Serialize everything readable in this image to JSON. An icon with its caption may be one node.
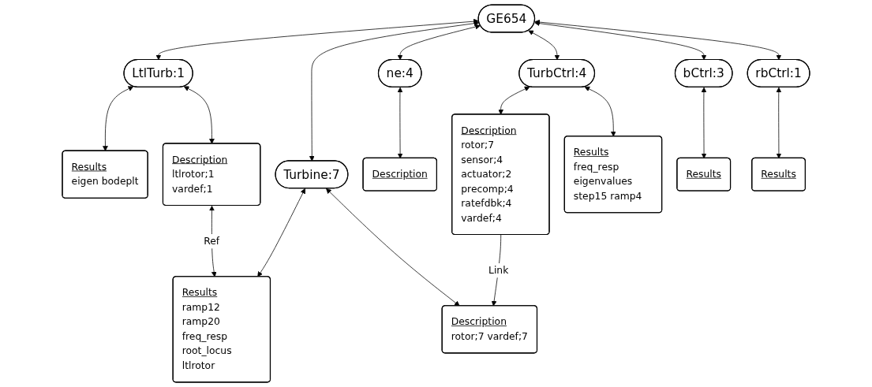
{
  "diagram": {
    "nodes": [
      {
        "text": [
          "GE654"
        ]
      },
      {
        "text": [
          "LtlTurb:1"
        ]
      },
      {
        "text": [
          "Turbine:7"
        ]
      },
      {
        "text": [
          "ne:4"
        ]
      },
      {
        "text": [
          "TurbCtrl:4"
        ]
      },
      {
        "text": [
          "bCtrl:3"
        ]
      },
      {
        "text": [
          "rbCtrl:1"
        ]
      },
      {
        "text": [
          "Results",
          "eigen bodeplt"
        ]
      },
      {
        "text": [
          "Description",
          "ltlrotor;1 vardef;1"
        ]
      },
      {
        "text": [
          "Results",
          "ramp12 ramp20 freq_resp root_locus ltlrotor"
        ]
      },
      {
        "text": [
          "Description"
        ]
      },
      {
        "text": [
          "Description",
          "rotor;7 vardef;7"
        ]
      },
      {
        "text": [
          "Description",
          "rotor;7 sensor;4 actuator;2 precomp;4 ratefdbk;4 vardef;4"
        ]
      },
      {
        "text": [
          "Results"
        ]
      },
      {
        "text": [
          "Results"
        ]
      },
      {
        "text": [
          "Results",
          "freq_resp eigenvalues step15 ramp4"
        ]
      }
    ],
    "edges": [
      {
        "from": 0,
        "to": 1,
        "arrow": "both"
      },
      {
        "from": 0,
        "to": 2,
        "arrow": "both"
      },
      {
        "from": 0,
        "to": 3,
        "arrow": "both"
      },
      {
        "from": 0,
        "to": 4,
        "arrow": "both"
      },
      {
        "from": 0,
        "to": 5,
        "arrow": "both"
      },
      {
        "from": 0,
        "to": 6,
        "arrow": "both"
      },
      {
        "from": 1,
        "to": 7,
        "arrow": "both"
      },
      {
        "from": 1,
        "to": 8,
        "arrow": "both"
      },
      {
        "from": 2,
        "to": 9,
        "arrow": "both"
      },
      {
        "from": 2,
        "to": 11,
        "arrow": "both"
      },
      {
        "from": 3,
        "to": 10,
        "arrow": "both"
      },
      {
        "from": 4,
        "to": 12,
        "arrow": "both"
      },
      {
        "from": 4,
        "to": 15,
        "arrow": "both"
      },
      {
        "from": 5,
        "to": 14,
        "arrow": "both"
      },
      {
        "from": 6,
        "to": 13,
        "arrow": "both"
      },
      {
        "from": 8,
        "to": 9,
        "arrow": "both",
        "label": "Ref"
      },
      {
        "from": 12,
        "to": 11,
        "arrow": "to",
        "label": "Link"
      }
    ]
  }
}
